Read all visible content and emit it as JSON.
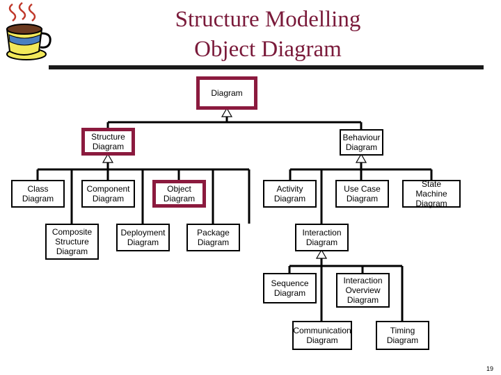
{
  "title": {
    "line1": "Structure Modelling",
    "line2": "Object Diagram"
  },
  "boxes": {
    "diagram": "Diagram",
    "structure": "Structure\nDiagram",
    "behaviour": "Behaviour\nDiagram",
    "class": "Class\nDiagram",
    "component": "Component\nDiagram",
    "object": "Object\nDiagram",
    "composite": "Composite\nStructure\nDiagram",
    "deployment": "Deployment\nDiagram",
    "package": "Package\nDiagram",
    "activity": "Activity\nDiagram",
    "usecase": "Use Case\nDiagram",
    "statemachine": "State Machine\nDiagram",
    "interaction": "Interaction\nDiagram",
    "sequence": "Sequence\nDiagram",
    "overview": "Interaction\nOverview\nDiagram",
    "communication": "Communication\nDiagram",
    "timing": "Timing\nDiagram"
  },
  "page_number": "19",
  "colors": {
    "title": "#7a1a3a",
    "highlight_border": "#8b1a3e",
    "logo_cup": "#f2e85a",
    "logo_steam": "#c0392b"
  },
  "icons": {
    "logo": "coffee-cup-icon"
  }
}
